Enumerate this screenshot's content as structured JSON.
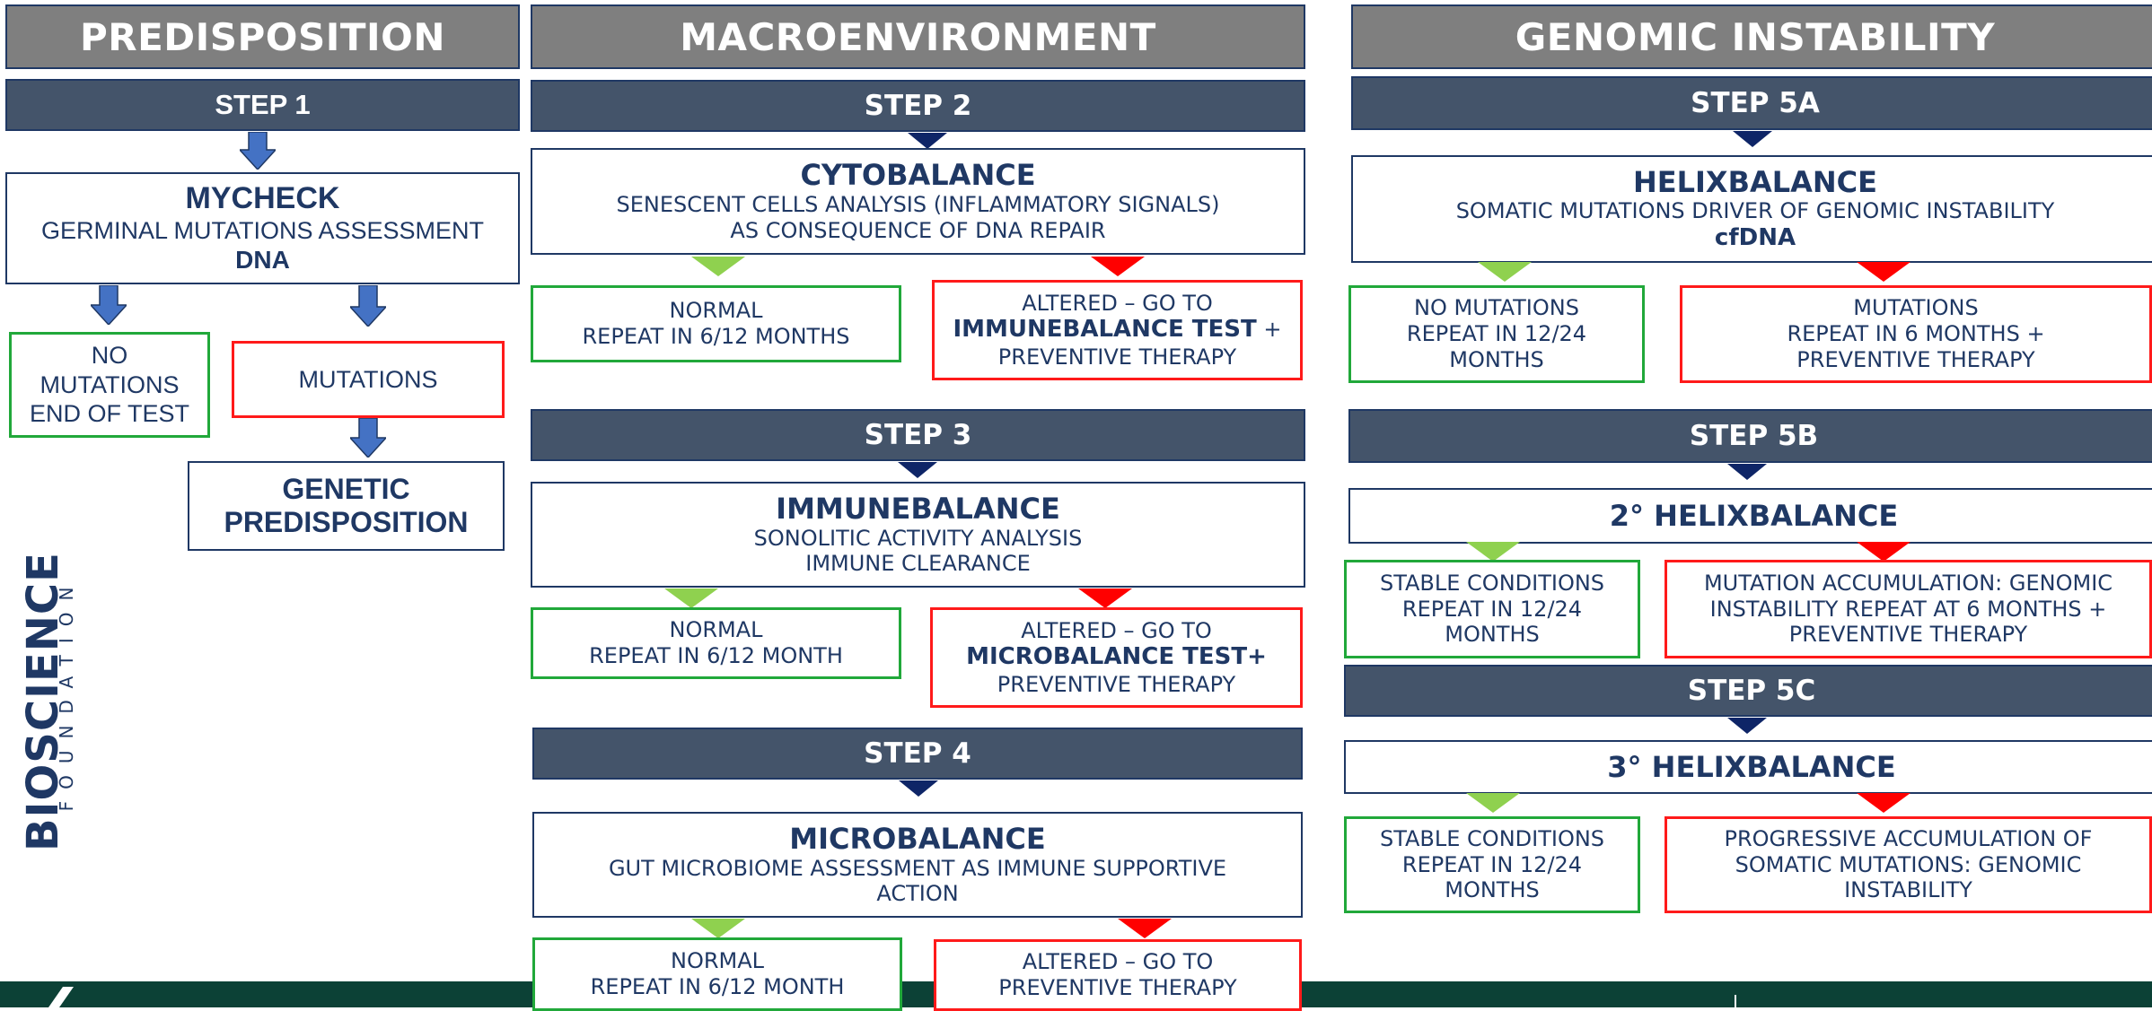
{
  "columns": {
    "predisposition": "PREDISPOSITION",
    "macroenvironment": "MACROENVIRONMENT",
    "genomic": "GENOMIC INSTABILITY"
  },
  "step1": {
    "label": "STEP 1",
    "title": "MYCHECK",
    "subtitle": "GERMINAL MUTATIONS ASSESSMENT",
    "sample": "DNA",
    "no_mutations": [
      "NO",
      "MUTATIONS",
      "END OF TEST"
    ],
    "mutations": "MUTATIONS",
    "result": [
      "GENETIC",
      "PREDISPOSITION"
    ]
  },
  "step2": {
    "label": "STEP 2",
    "title": "CYTOBALANCE",
    "subtitle": [
      "SENESCENT CELLS ANALYSIS (INFLAMMATORY SIGNALS)",
      "AS CONSEQUENCE OF DNA REPAIR"
    ],
    "normal": [
      "NORMAL",
      "REPEAT IN 6/12 MONTHS"
    ],
    "altered": [
      "ALTERED – GO TO",
      "IMMUNEBALANCE TEST",
      " +",
      "PREVENTIVE THERAPY"
    ]
  },
  "step3": {
    "label": "STEP 3",
    "title": "IMMUNEBALANCE",
    "subtitle": [
      "SONOLITIC ACTIVITY ANALYSIS",
      "IMMUNE CLEARANCE"
    ],
    "normal": [
      "NORMAL",
      "REPEAT IN 6/12 MONTH"
    ],
    "altered": [
      "ALTERED – GO TO",
      "MICROBALANCE TEST+",
      "PREVENTIVE THERAPY"
    ]
  },
  "step4": {
    "label": "STEP 4",
    "title": "MICROBALANCE",
    "subtitle": [
      "GUT MICROBIOME ASSESSMENT AS IMMUNE SUPPORTIVE",
      "ACTION"
    ],
    "normal": [
      "NORMAL",
      "REPEAT IN 6/12 MONTH"
    ],
    "altered": [
      "ALTERED – GO TO",
      "PREVENTIVE THERAPY"
    ]
  },
  "step5a": {
    "label": "STEP 5A",
    "title": "HELIXBALANCE",
    "subtitle": "SOMATIC MUTATIONS DRIVER OF GENOMIC INSTABILITY",
    "sample": "cfDNA",
    "normal": [
      "NO MUTATIONS",
      "REPEAT IN 12/24",
      "MONTHS"
    ],
    "altered": [
      "MUTATIONS",
      "REPEAT IN 6 MONTHS +",
      "PREVENTIVE THERAPY"
    ]
  },
  "step5b": {
    "label": "STEP 5B",
    "title": "2° HELIXBALANCE",
    "normal": [
      "STABLE CONDITIONS",
      "REPEAT IN 12/24",
      "MONTHS"
    ],
    "altered": [
      "MUTATION ACCUMULATION: GENOMIC",
      "INSTABILITY REPEAT AT 6 MONTHS +",
      "PREVENTIVE THERAPY"
    ]
  },
  "step5c": {
    "label": "STEP 5C",
    "title": "3° HELIXBALANCE",
    "normal": [
      "STABLE CONDITIONS",
      "REPEAT IN 12/24",
      "MONTHS"
    ],
    "altered": [
      "PROGRESSIVE ACCUMULATION OF",
      "SOMATIC MUTATIONS: GENOMIC",
      "INSTABILITY"
    ]
  },
  "logo": {
    "name": "BIOSCIENCE",
    "tagline": "FOUNDATION"
  },
  "colors": {
    "header_gray": "#7f7f7f",
    "step_slate": "#44546a",
    "navy": "#1f3864",
    "normal_green": "#21a83a",
    "altered_red": "#ff1a1a",
    "arrow_green": "#8fd14f",
    "arrow_red": "#ff0000",
    "step1_arrow_blue": "#4472c4",
    "footer_green": "#0c4136"
  }
}
